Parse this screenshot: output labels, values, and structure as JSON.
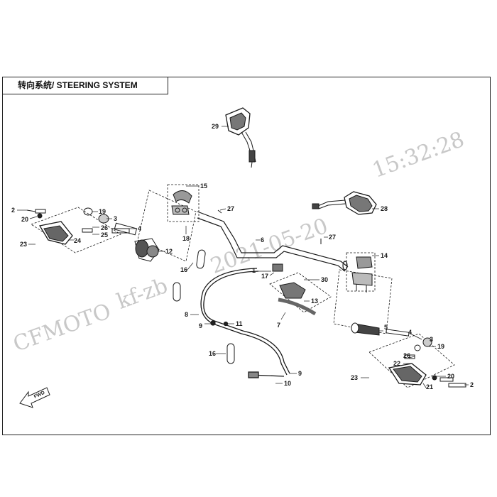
{
  "title": "转向系统/ STEERING SYSTEM",
  "watermark": {
    "brand": "CFMOTO",
    "user": "kf-zb",
    "date": "2021-05-20",
    "time": "15:32:28"
  },
  "fwd_label": "FWD",
  "colors": {
    "line": "#1a1a1a",
    "watermark": "#c8c8c8"
  },
  "callouts": [
    {
      "id": "c29",
      "label": "29"
    },
    {
      "id": "c28",
      "label": "28"
    },
    {
      "id": "c15",
      "label": "15"
    },
    {
      "id": "c27a",
      "label": "27"
    },
    {
      "id": "c18",
      "label": "18"
    },
    {
      "id": "c2a",
      "label": "2"
    },
    {
      "id": "c20a",
      "label": "20"
    },
    {
      "id": "c19a",
      "label": "19"
    },
    {
      "id": "c3a",
      "label": "3"
    },
    {
      "id": "c26a",
      "label": "26"
    },
    {
      "id": "c25",
      "label": "25"
    },
    {
      "id": "c4a",
      "label": "4"
    },
    {
      "id": "c23a",
      "label": "23"
    },
    {
      "id": "c24",
      "label": "24"
    },
    {
      "id": "c12",
      "label": "12"
    },
    {
      "id": "c6",
      "label": "6"
    },
    {
      "id": "c27b",
      "label": "27"
    },
    {
      "id": "c14",
      "label": "14"
    },
    {
      "id": "c16a",
      "label": "16"
    },
    {
      "id": "c1",
      "label": "1"
    },
    {
      "id": "c17",
      "label": "17"
    },
    {
      "id": "c30",
      "label": "30"
    },
    {
      "id": "c13",
      "label": "13"
    },
    {
      "id": "c7",
      "label": "7"
    },
    {
      "id": "c8",
      "label": "8"
    },
    {
      "id": "c9a",
      "label": "9"
    },
    {
      "id": "c11",
      "label": "11"
    },
    {
      "id": "c5",
      "label": "5"
    },
    {
      "id": "c4b",
      "label": "4"
    },
    {
      "id": "c3b",
      "label": "3"
    },
    {
      "id": "c19b",
      "label": "19"
    },
    {
      "id": "c26b",
      "label": "26"
    },
    {
      "id": "c22",
      "label": "22"
    },
    {
      "id": "c16b",
      "label": "16"
    },
    {
      "id": "c9b",
      "label": "9"
    },
    {
      "id": "c10",
      "label": "10"
    },
    {
      "id": "c23b",
      "label": "23"
    },
    {
      "id": "c21",
      "label": "21"
    },
    {
      "id": "c20b",
      "label": "20"
    },
    {
      "id": "c2b",
      "label": "2"
    }
  ]
}
